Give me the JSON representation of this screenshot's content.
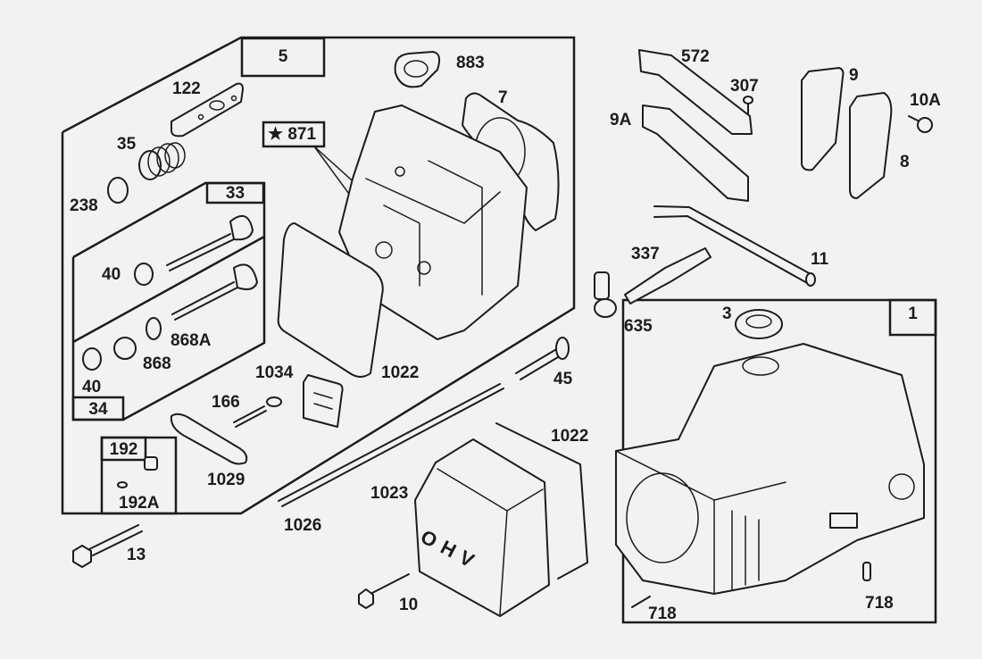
{
  "diagram": {
    "type": "exploded parts diagram",
    "colors": {
      "ink": "#1c1c1c",
      "paper": "#f2f2f2"
    },
    "groups": {
      "cylinder_head_assembly": "5",
      "exhaust_valve_kit": "33",
      "intake_valve_kit": "34",
      "breather_kit": "192",
      "cylinder_assembly": "1"
    },
    "star_callout": {
      "symbol": "★",
      "part": "871"
    },
    "parts": {
      "p122": "122",
      "p35": "35",
      "p238": "238",
      "p40a": "40",
      "p40b": "40",
      "p868a": "868A",
      "p868": "868",
      "p1034": "1034",
      "p1022a": "1022",
      "p166": "166",
      "p1029": "1029",
      "p192a": "192A",
      "p13": "13",
      "p1026": "1026",
      "p1023": "1023",
      "p1022b": "1022",
      "p10": "10",
      "p883": "883",
      "p7": "7",
      "p45": "45",
      "p572": "572",
      "p307": "307",
      "p9a": "9A",
      "p9": "9",
      "p10a": "10A",
      "p8": "8",
      "p11": "11",
      "p337": "337",
      "p635": "635",
      "p3": "3",
      "p718a": "718",
      "p718b": "718"
    },
    "cover_text": "OHV"
  }
}
